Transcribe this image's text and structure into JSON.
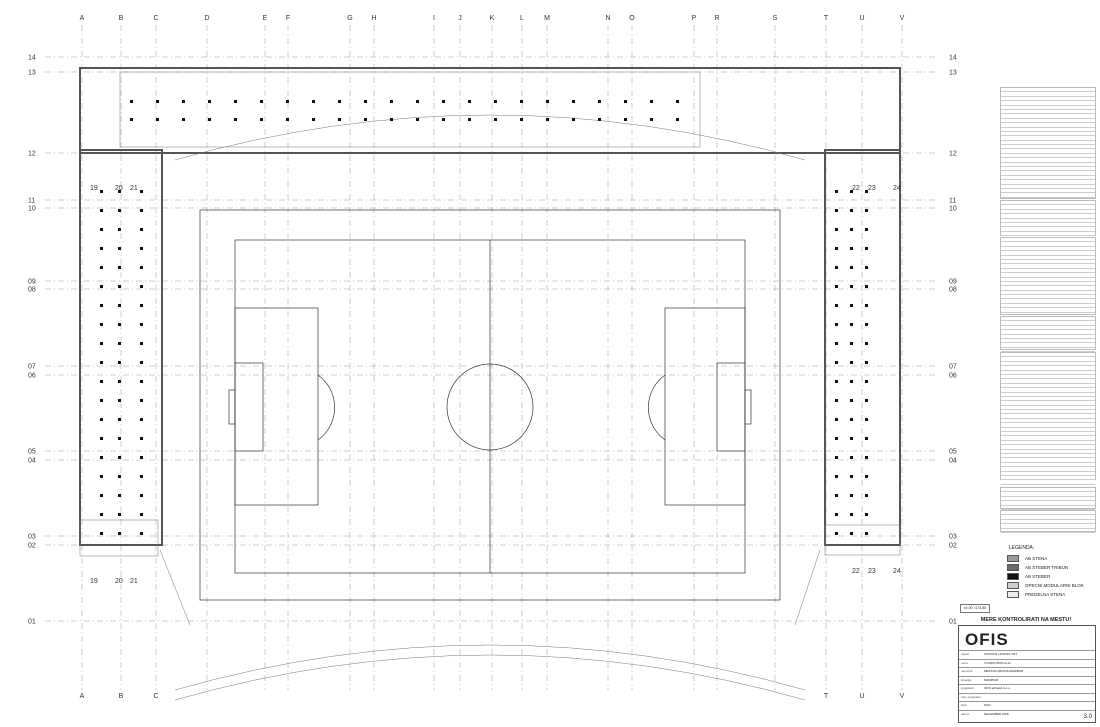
{
  "sheet": {
    "grid_top_labels": [
      "A",
      "B",
      "C",
      "D",
      "E",
      "F",
      "G",
      "H",
      "I",
      "J",
      "K",
      "L",
      "M",
      "N",
      "O",
      "P",
      "R",
      "S",
      "T",
      "U",
      "V"
    ],
    "grid_bottom_labels": [
      "A",
      "B",
      "C",
      "T",
      "U",
      "V"
    ],
    "row_labels": [
      "14",
      "13",
      "12",
      "11",
      "10",
      "09",
      "08",
      "07",
      "06",
      "05",
      "04",
      "03",
      "02",
      "01"
    ],
    "seat_numbers_left": [
      "19",
      "20",
      "21"
    ],
    "seat_numbers_right": [
      "22",
      "23",
      "24"
    ]
  },
  "elevation_tag": "±0,00 =174,80",
  "legend": {
    "title": "LEGENDA:",
    "items": [
      {
        "label": "AB STENA",
        "color": "#9a9a9a"
      },
      {
        "label": "AB STEBER TRIBUN",
        "color": "#6a6a6a"
      },
      {
        "label": "AB STEBER",
        "color": "#111111"
      },
      {
        "label": "OPECNI MODULARNI BLOK",
        "color": "#cfcfcf"
      },
      {
        "label": "PREDELNA STENA",
        "color": "#ececec"
      }
    ]
  },
  "title_block": {
    "header": "MERE KONTROLIRATI NA MESTU!",
    "logo": "OFIS",
    "rows": [
      {
        "k": "objekt",
        "v": "STADION LJUDSKI VRT"
      },
      {
        "k": "naziv",
        "v": "TLORIS PRITLICJA"
      },
      {
        "k": "naročnik",
        "v": "MESTNA OBCINA MARIBOR"
      },
      {
        "k": "lokacija",
        "v": "MARIBOR"
      },
      {
        "k": "projektant",
        "v": "OFIS arhitekti d.o.o."
      },
      {
        "k": "odg. projektant",
        "v": ""
      },
      {
        "k": "faza",
        "v": "PGD"
      },
      {
        "k": "datum",
        "v": "DECEMBER 2008"
      }
    ],
    "sheet_number": "3.0"
  }
}
